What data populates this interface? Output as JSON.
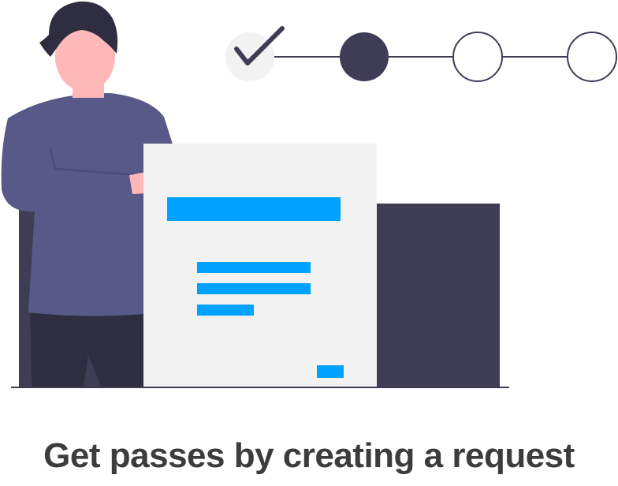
{
  "caption": "Get passes by creating a request",
  "steps": [
    {
      "state": "completed",
      "icon": "checkmark-icon"
    },
    {
      "state": "current"
    },
    {
      "state": "upcoming"
    },
    {
      "state": "upcoming"
    }
  ],
  "colors": {
    "dark": "#3f3d56",
    "person_shirt": "#575a89",
    "skin": "#ffb8b8",
    "hair": "#2f2e41",
    "paper": "#f2f2f2",
    "accent": "#00a2ff",
    "check_bg": "#f2f2f2",
    "caption": "#3c3c3c"
  }
}
